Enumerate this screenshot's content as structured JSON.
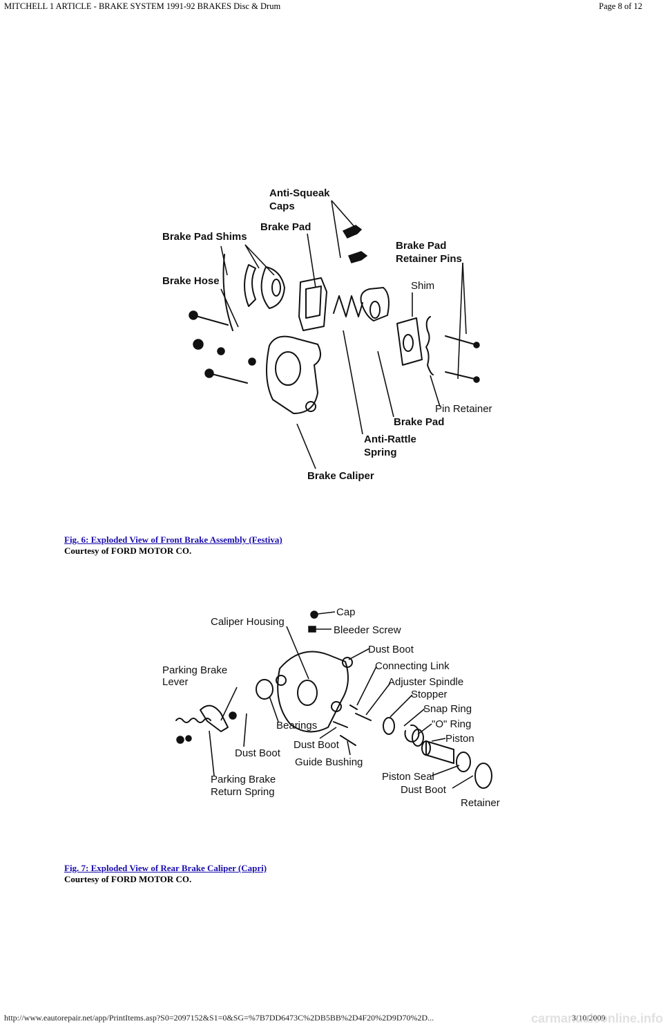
{
  "header": {
    "title": "MITCHELL 1 ARTICLE - BRAKE SYSTEM 1991-92 BRAKES Disc & Drum",
    "page": "Page 8 of 12"
  },
  "figure6": {
    "labels": {
      "anti_squeak_1": "Anti-Squeak",
      "anti_squeak_2": "Caps",
      "brake_pad_top": "Brake Pad",
      "brake_pad_shims": "Brake Pad Shims",
      "retainer_pins_1": "Brake Pad",
      "retainer_pins_2": "Retainer Pins",
      "brake_hose": "Brake Hose",
      "shim": "Shim",
      "pin_retainer": "Pin Retainer",
      "brake_pad_bottom": "Brake Pad",
      "anti_rattle_1": "Anti-Rattle",
      "anti_rattle_2": "Spring",
      "brake_caliper": "Brake Caliper"
    },
    "caption_link": "Fig. 6: Exploded View of Front Brake Assembly (Festiva)",
    "courtesy": "Courtesy of FORD MOTOR CO."
  },
  "figure7": {
    "labels": {
      "cap": "Cap",
      "caliper_housing": "Caliper Housing",
      "bleeder_screw": "Bleeder Screw",
      "dust_boot_top": "Dust Boot",
      "connecting_link": "Connecting Link",
      "parking_lever_1": "Parking Brake",
      "parking_lever_2": "Lever",
      "adjuster_spindle": "Adjuster Spindle",
      "stopper": "Stopper",
      "snap_ring": "Snap Ring",
      "o_ring": "\"O\" Ring",
      "bearings": "Bearings",
      "piston": "Piston",
      "dust_boot_left": "Dust Boot",
      "dust_boot_mid": "Dust Boot",
      "guide_bushing": "Guide Bushing",
      "piston_seal": "Piston Seal",
      "parking_spring_1": "Parking Brake",
      "parking_spring_2": "Return Spring",
      "dust_boot_right": "Dust Boot",
      "retainer": "Retainer"
    },
    "caption_link": "Fig. 7: Exploded View of Rear Brake Caliper (Capri)",
    "courtesy": "Courtesy of FORD MOTOR CO."
  },
  "footer": {
    "url": "http://www.eautorepair.net/app/PrintItems.asp?S0=2097152&S1=0&SG=%7B7DD6473C%2DB5BB%2D4F20%2D9D70%2D...",
    "date": "3/10/2009",
    "watermark": "carmanualsonline.info"
  }
}
